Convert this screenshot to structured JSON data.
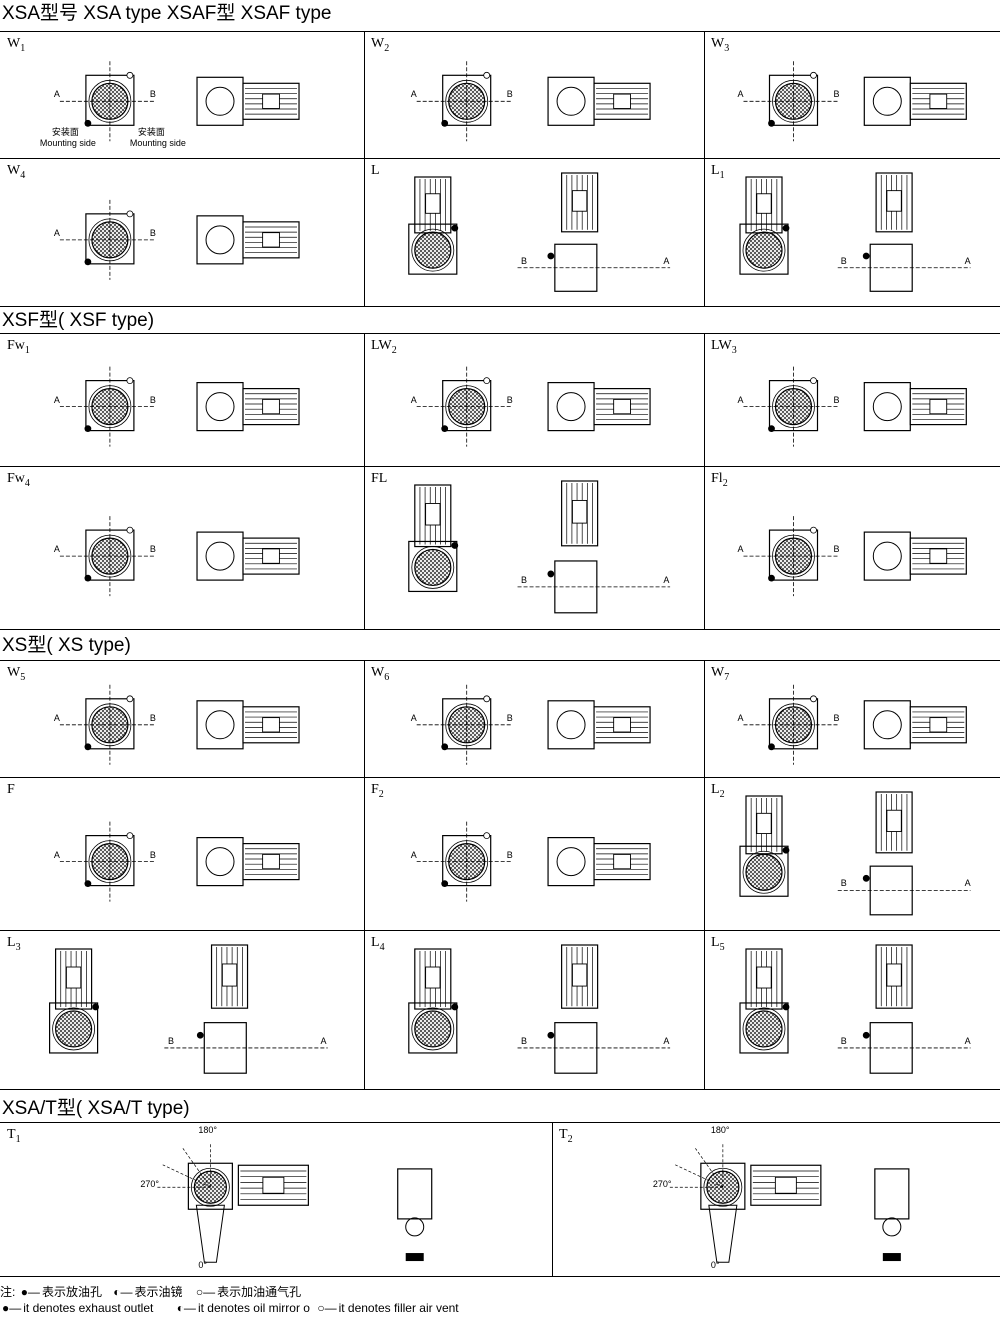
{
  "sections": [
    {
      "title": "XSA型号 XSA type    XSAF型  XSAF type",
      "cells": [
        {
          "code": "W",
          "sub": "1",
          "mount_cn": "安装面",
          "mount_en": "Mounting side"
        },
        {
          "code": "W",
          "sub": "2"
        },
        {
          "code": "W",
          "sub": "3"
        },
        {
          "code": "W",
          "sub": "4"
        },
        {
          "code": "L",
          "sub": ""
        },
        {
          "code": "L",
          "sub": "1"
        }
      ]
    },
    {
      "title": "XSF型(  XSF type)",
      "cells": [
        {
          "code": "Fw",
          "sub": "1"
        },
        {
          "code": "LW",
          "sub": "2"
        },
        {
          "code": "LW",
          "sub": "3"
        },
        {
          "code": "Fw",
          "sub": "4"
        },
        {
          "code": "FL",
          "sub": ""
        },
        {
          "code": "Fl",
          "sub": "2"
        }
      ]
    },
    {
      "title": "XS型(  XS type)",
      "cells": [
        {
          "code": "W",
          "sub": "5"
        },
        {
          "code": "W",
          "sub": "6"
        },
        {
          "code": "W",
          "sub": "7"
        },
        {
          "code": "F",
          "sub": ""
        },
        {
          "code": "F",
          "sub": "2"
        },
        {
          "code": "L",
          "sub": "2"
        },
        {
          "code": "L",
          "sub": "3"
        },
        {
          "code": "L",
          "sub": "4"
        },
        {
          "code": "L",
          "sub": "5"
        }
      ]
    },
    {
      "title": "XSA/T型(  XSA/T type)",
      "cells": [
        {
          "code": "T",
          "sub": "1"
        },
        {
          "code": "T",
          "sub": "2"
        }
      ]
    }
  ],
  "shaft_labels": {
    "a": "A",
    "b": "B"
  },
  "angles": {
    "top": "180°",
    "left": "270°",
    "bottom": "0°"
  },
  "notes": {
    "prefix": "注:",
    "cn_exhaust": "表示放油孔",
    "cn_mirror": "表示油镜",
    "cn_vent": "表示加油通气孔",
    "en_exhaust": "it denotes exhaust outlet",
    "en_mirror": "it denotes oil mirror o",
    "en_vent": "it denotes filler air vent"
  }
}
